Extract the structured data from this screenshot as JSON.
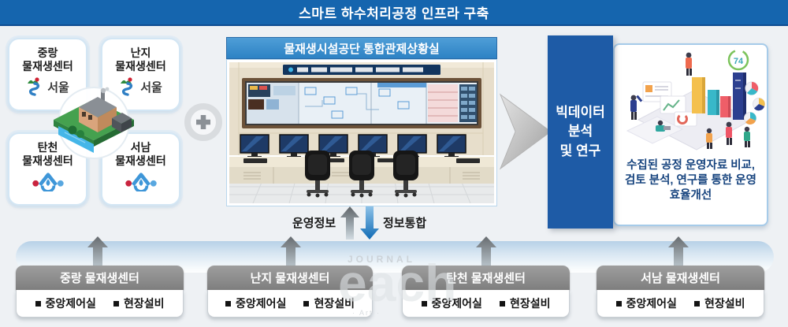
{
  "title": "스마트 하수처리공정 인프라 구축",
  "left_panel": {
    "centers": [
      {
        "name": "중랑\n물재생센터",
        "logo": "seoul-logo",
        "logo_label": "서울"
      },
      {
        "name": "난지\n물재생센터",
        "logo": "seoul-logo",
        "logo_label": "서울"
      },
      {
        "name": "탄천\n물재생센터",
        "logo": "waterdrop-logo",
        "logo_label": ""
      },
      {
        "name": "서남\n물재생센터",
        "logo": "waterdrop-logo",
        "logo_label": ""
      }
    ],
    "center_icon": "water-treatment-plant-illustration"
  },
  "control_room": {
    "header": "물재생시설공단 통합관제상황실"
  },
  "flow": {
    "up_label": "운영정보",
    "down_label": "정보통합"
  },
  "bigdata": {
    "label": "빅데이터\n분석\n및 연구",
    "badge_value": "74",
    "description": "수집된 공정 운영자료 비교,\n검토 분석, 연구를 통한 운영\n효율개선"
  },
  "bottom_row": {
    "boxes": [
      {
        "title": "중랑 물재생센터",
        "items": [
          "중앙제어실",
          "현장설비"
        ]
      },
      {
        "title": "난지 물재생센터",
        "items": [
          "중앙제어실",
          "현장설비"
        ]
      },
      {
        "title": "탄천 물재생센터",
        "items": [
          "중앙제어실",
          "현장설비"
        ]
      },
      {
        "title": "서남 물재생센터",
        "items": [
          "중앙제어실",
          "현장설비"
        ]
      }
    ]
  },
  "watermark": {
    "brand_top": "JOURNAL",
    "brand_main": "each",
    "brand_sub": "· Art ·"
  },
  "colors": {
    "title_bar": "#1565ae",
    "control_header": "#2d82c4",
    "bigdata_box": "#1e5ba6",
    "desc_text": "#16437e",
    "gray_header": "#8a8a8a",
    "band_blue": "#b7d1e7",
    "arrow_blue": "#0f6bb5"
  }
}
